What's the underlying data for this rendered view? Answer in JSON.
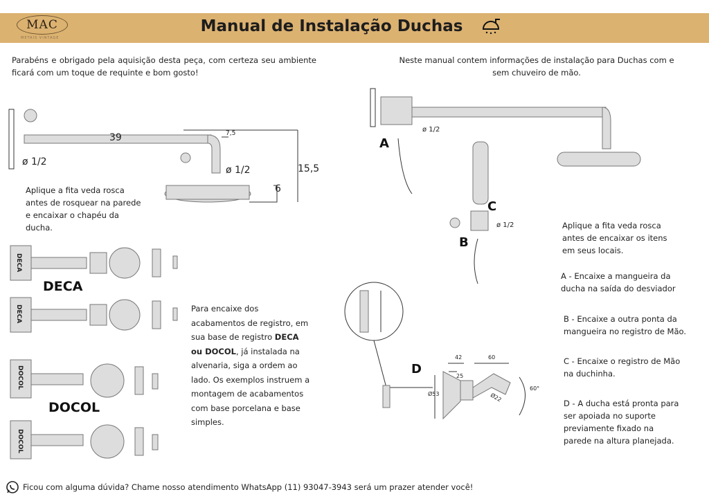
{
  "header": {
    "logo_text": "MAC",
    "logo_subtext": "METAIS VINTAGE",
    "title": "Manual de Instalação Duchas",
    "title_icon": "shower-icon",
    "band_color": "#dcb271"
  },
  "intro_left": "Parabéns e obrigado pela aquisição desta peça, com certeza seu ambiente ficará com um toque de requinte e bom gosto!",
  "intro_right": "Neste manual contem informações de instalação para Duchas com e sem chuveiro de mão.",
  "diagram_left": {
    "dim_length": "39",
    "dim_offset": "7,5",
    "thread1": "ø 1/2",
    "thread2": "ø 1/2",
    "dim_height": "15,5",
    "dim_head": "6",
    "note": "Aplique a fita veda rosca antes de rosquear na parede e encaixar o chapéu da ducha."
  },
  "diagram_right": {
    "label_a": "A",
    "label_b": "B",
    "label_c": "C",
    "thread1": "ø 1/2",
    "thread2": "ø 1/2"
  },
  "registers": {
    "deca_label": "DECA",
    "docol_label": "DOCOL",
    "part_deca": "DECA",
    "part_docol": "DOCOL",
    "text_pre": "Para encaixe dos acabamentos de registro, em sua base de registro ",
    "text_bold": "DECA ou DOCOL",
    "text_post": ", já instalada na alvenaria, siga a ordem ao lado. Os exemplos instruem a montagem de acabamentos com base porcelana e base simples."
  },
  "diagram_d": {
    "label": "D",
    "dim_42": "42",
    "dim_60": "60",
    "dim_25": "25",
    "dim_53": "Ø53",
    "dim_22": "Ø22",
    "angle": "60°"
  },
  "instructions": [
    "Aplique a fita veda rosca antes de encaixar os itens em seus locais.",
    "A - Encaixe a mangueira da ducha na saída do desviador",
    "B - Encaixe a outra ponta da mangueira no registro de Mão.",
    "C - Encaixe o registro de Mão na duchinha.",
    "D - A ducha está pronta para ser apoiada no suporte previamente fixado na parede na altura planejada."
  ],
  "footer": {
    "icon": "whatsapp-icon",
    "text": "Ficou com alguma dúvida? Chame nosso atendimento WhatsApp (11) 93047-3943 será um prazer atender você!"
  }
}
